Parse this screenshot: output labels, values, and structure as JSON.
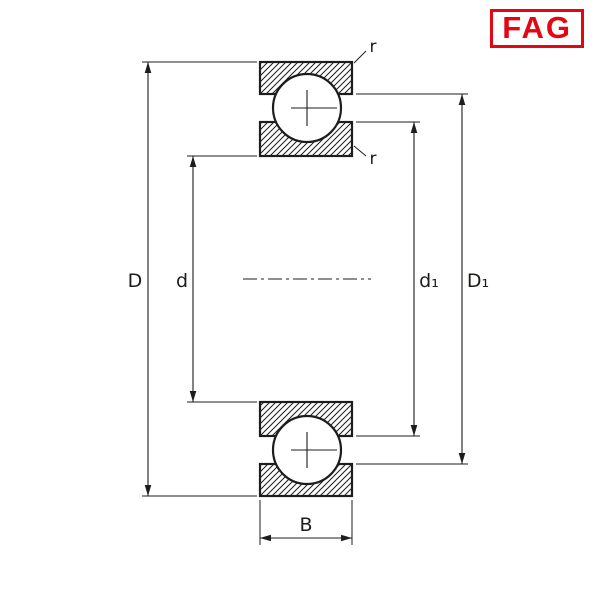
{
  "theme": {
    "accent": "#e30613",
    "line": "#1d1d1b"
  },
  "logo": {
    "text": "FAG"
  },
  "labels": {
    "outer_diameter": "D",
    "bore_diameter": "d",
    "inner_shoulder": "d₁",
    "outer_shoulder": "D₁",
    "width": "B",
    "chamfer_top": "r",
    "chamfer_inner": "r"
  }
}
